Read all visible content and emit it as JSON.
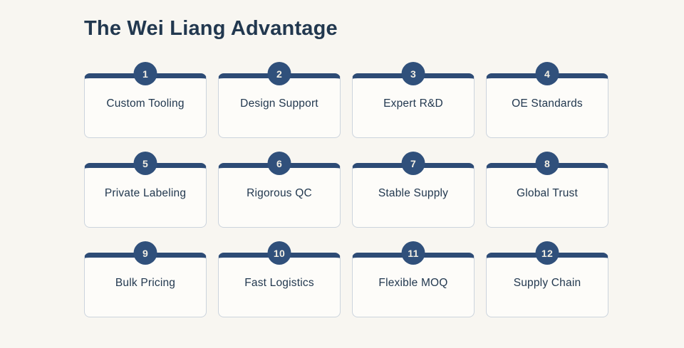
{
  "page": {
    "title": "The Wei Liang Advantage"
  },
  "theme": {
    "background": "#f8f6f1",
    "card_background": "#fdfcf9",
    "card_border": "#ccd4dd",
    "accent_navy": "#2d4b75",
    "badge_navy": "#30507b",
    "badge_text": "#f2eee3",
    "text_navy": "#22384f"
  },
  "advantages": [
    {
      "number": "1",
      "label": "Custom Tooling"
    },
    {
      "number": "2",
      "label": "Design Support"
    },
    {
      "number": "3",
      "label": "Expert R&D"
    },
    {
      "number": "4",
      "label": "OE Standards"
    },
    {
      "number": "5",
      "label": "Private Labeling"
    },
    {
      "number": "6",
      "label": "Rigorous QC"
    },
    {
      "number": "7",
      "label": "Stable Supply"
    },
    {
      "number": "8",
      "label": "Global Trust"
    },
    {
      "number": "9",
      "label": "Bulk Pricing"
    },
    {
      "number": "10",
      "label": "Fast Logistics"
    },
    {
      "number": "11",
      "label": "Flexible MOQ"
    },
    {
      "number": "12",
      "label": "Supply Chain"
    }
  ]
}
